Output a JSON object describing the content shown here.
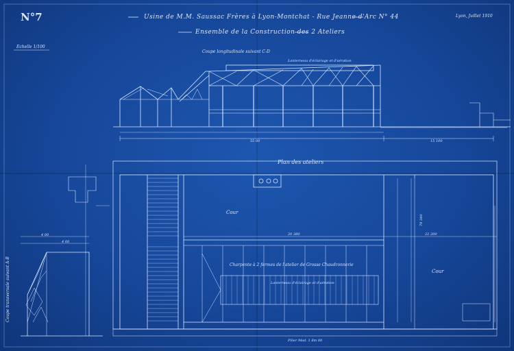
{
  "sheet": {
    "number": "N°7",
    "title": "Usine de M.M. Saussac Frères à Lyon-Montchat - Rue Jeanne d'Arc N° 44",
    "subtitle": "Ensemble de la Construction des 2 Ateliers",
    "date": "Lyon, Juillet 1910",
    "scale": "Echelle 1/100",
    "section_long_title": "Coupe longitudinale suivant C-D",
    "plan_title": "Plan des ateliers",
    "cour_label": "Cour",
    "cour2_label": "Cour",
    "charpente_label": "Charpente à 2 fermes de l'atelier de Grosse Chaudronnerie",
    "lanterneau_label": "Lanterneau d'éclairage et d'aération",
    "vitrage_label": "Lanterneau d'éclairage et d'aération",
    "dims": {
      "d1": "55 00",
      "d2": "15 100",
      "d3": "20 380",
      "d4": "22 200",
      "d5": "79 340",
      "d6": "4 00",
      "d7": "4 00"
    },
    "coupe_transversale": "Coupe transversale suivant A-B",
    "note_bottom": "Pilier Mod. 1 8m 00"
  }
}
